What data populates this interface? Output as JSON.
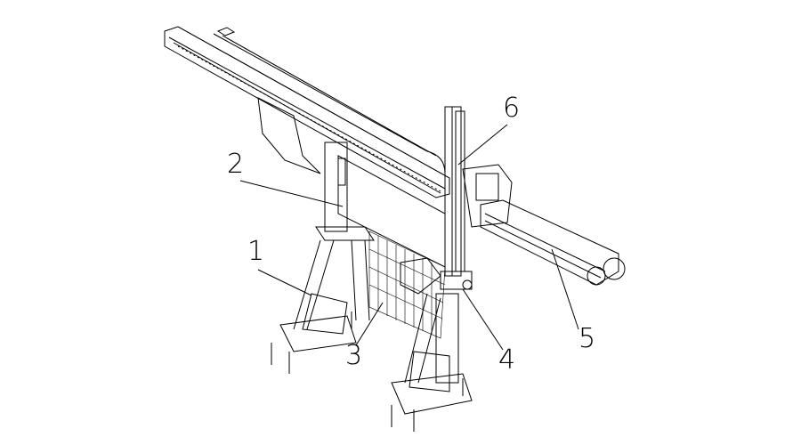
{
  "diagram": {
    "labels": [
      {
        "id": "1",
        "text": "1"
      },
      {
        "id": "2",
        "text": "2"
      },
      {
        "id": "3",
        "text": "3"
      },
      {
        "id": "4",
        "text": "4"
      },
      {
        "id": "5",
        "text": "5"
      },
      {
        "id": "6",
        "text": "6"
      }
    ],
    "colors": {
      "line": "#000000",
      "background": "#ffffff"
    }
  }
}
